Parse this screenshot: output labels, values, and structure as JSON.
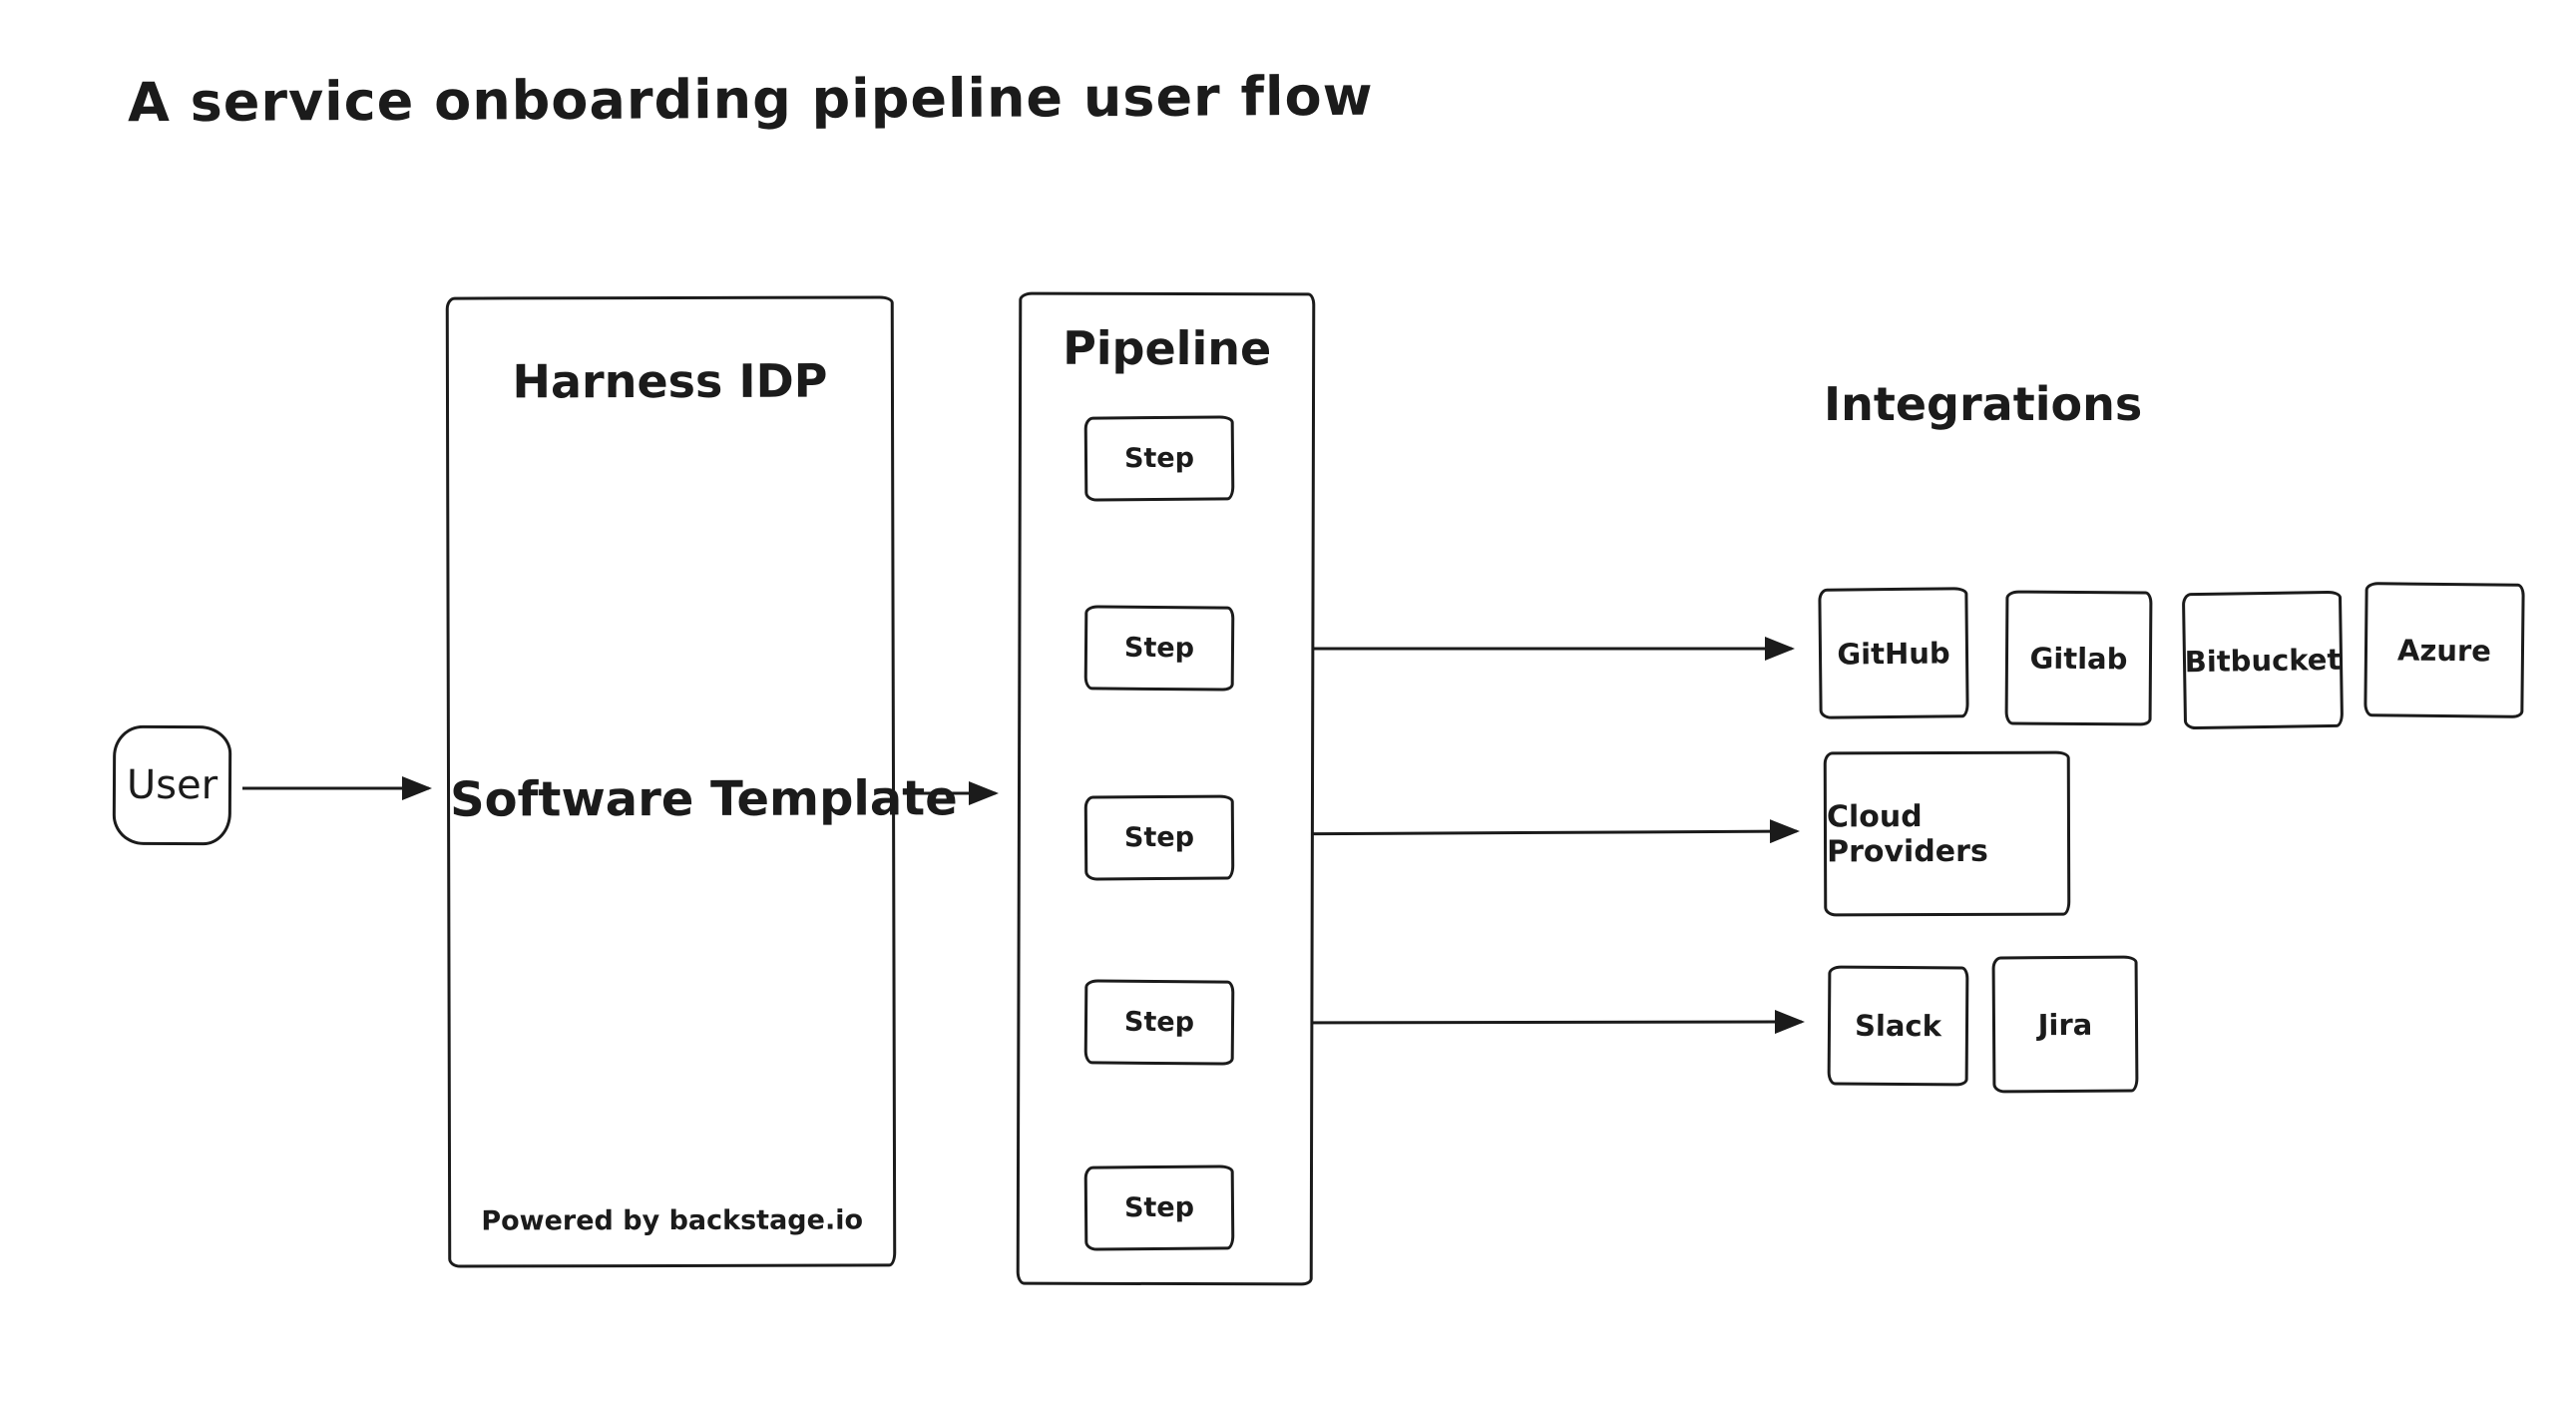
{
  "title": "A service onboarding pipeline user flow",
  "user_node": {
    "label": "User"
  },
  "harness_idp": {
    "title": "Harness IDP",
    "center_label": "Software Template",
    "footer": "Powered by backstage.io"
  },
  "pipeline": {
    "title": "Pipeline",
    "steps": [
      "Step",
      "Step",
      "Step",
      "Step",
      "Step"
    ]
  },
  "integrations": {
    "title": "Integrations",
    "row1": [
      "GitHub",
      "Gitlab",
      "Bitbucket",
      "Azure"
    ],
    "row2": [
      "Cloud Providers"
    ],
    "row3": [
      "Slack",
      "Jira"
    ]
  },
  "colors": {
    "stroke": "#1b1b1b",
    "background": "#ffffff"
  }
}
